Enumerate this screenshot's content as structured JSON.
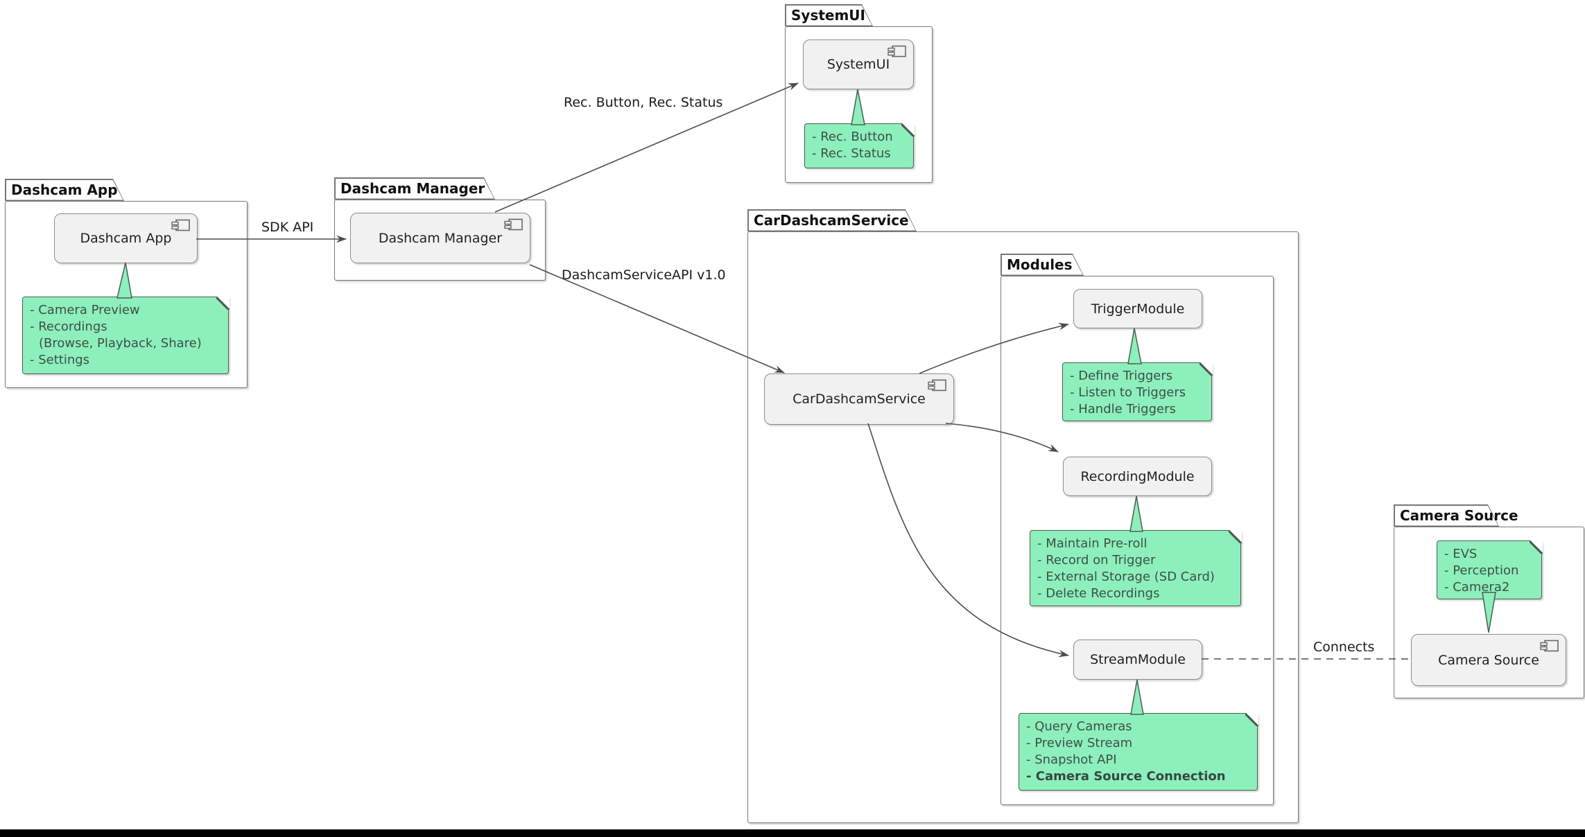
{
  "packages": {
    "dashcam_app": "Dashcam App",
    "dashcam_manager": "Dashcam Manager",
    "system_ui": "SystemUI",
    "car_dashcam_service": "CarDashcamService",
    "modules": "Modules",
    "camera_source": "Camera Source"
  },
  "components": {
    "dashcam_app": "Dashcam App",
    "dashcam_manager": "Dashcam Manager",
    "system_ui": "SystemUI",
    "car_dashcam_service": "CarDashcamService",
    "trigger_module": "TriggerModule",
    "recording_module": "RecordingModule",
    "stream_module": "StreamModule",
    "camera_source": "Camera Source"
  },
  "notes": {
    "dashcam_app": [
      "- Camera Preview",
      "- Recordings",
      "(Browse, Playback, Share)",
      "- Settings"
    ],
    "system_ui": [
      "- Rec. Button",
      "- Rec. Status"
    ],
    "trigger_module": [
      "- Define Triggers",
      "- Listen to Triggers",
      "- Handle Triggers"
    ],
    "recording_module": [
      "- Maintain Pre-roll",
      "- Record on Trigger",
      "- External Storage (SD Card)",
      "- Delete Recordings"
    ],
    "stream_module": [
      "- Query Cameras",
      "- Preview Stream",
      "- Snapshot API",
      "- Camera Source Connection"
    ],
    "camera_source": [
      "- EVS",
      "- Perception",
      "- Camera2"
    ]
  },
  "edges": {
    "sdk_api": "SDK API",
    "rec_button_status": "Rec. Button, Rec. Status",
    "service_api": "DashcamServiceAPI v1.0",
    "connects": "Connects"
  },
  "colors": {
    "note_fill": "#8DF0BC",
    "note_border": "#4B5C51",
    "component_fill": "#F1F1F1",
    "component_border": "#8C8C8C",
    "package_border": "#767676",
    "edge_color": "#4D4D4D",
    "background": "#FFFFFF",
    "bottom_bar": "#000000"
  }
}
